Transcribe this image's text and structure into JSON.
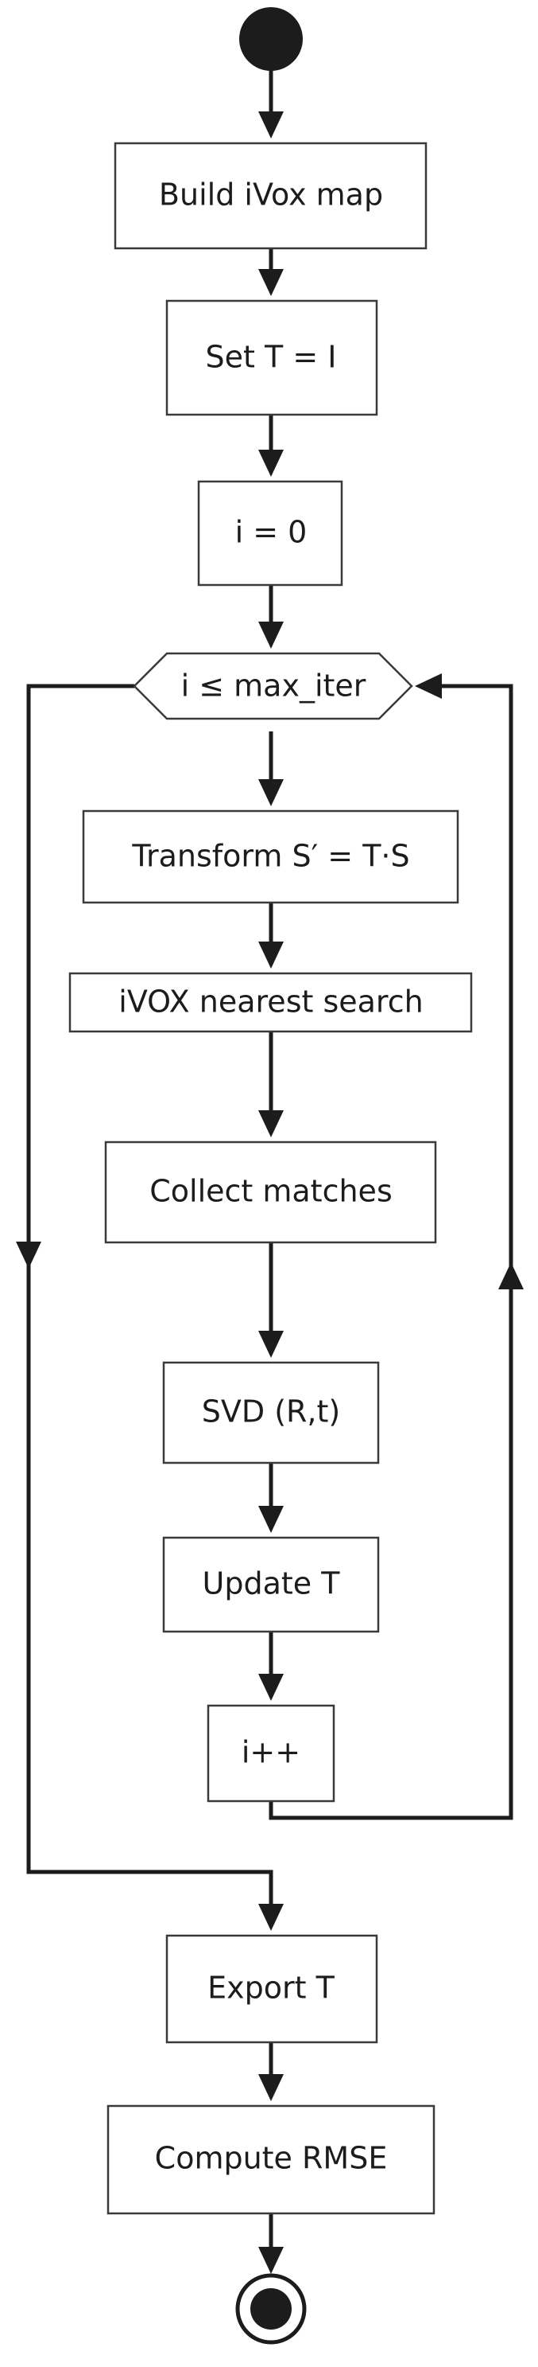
{
  "diagram": {
    "type": "activity-flowchart",
    "nodes": {
      "build_map": "Build iVox map",
      "set_t": "Set T = I",
      "init_i": "i = 0",
      "loop_condition": "i ≤ max_iter",
      "transform": "Transform S′ = T·S",
      "nearest_search": "iVOX nearest search",
      "collect_matches": "Collect matches",
      "svd": "SVD (R,t)",
      "update_t": "Update T",
      "increment": "i++",
      "export_t": "Export T",
      "compute_rmse": "Compute RMSE"
    },
    "colors": {
      "stroke": "#1c1c1c",
      "box_border": "#3a3a3a",
      "fill": "#ffffff"
    }
  }
}
